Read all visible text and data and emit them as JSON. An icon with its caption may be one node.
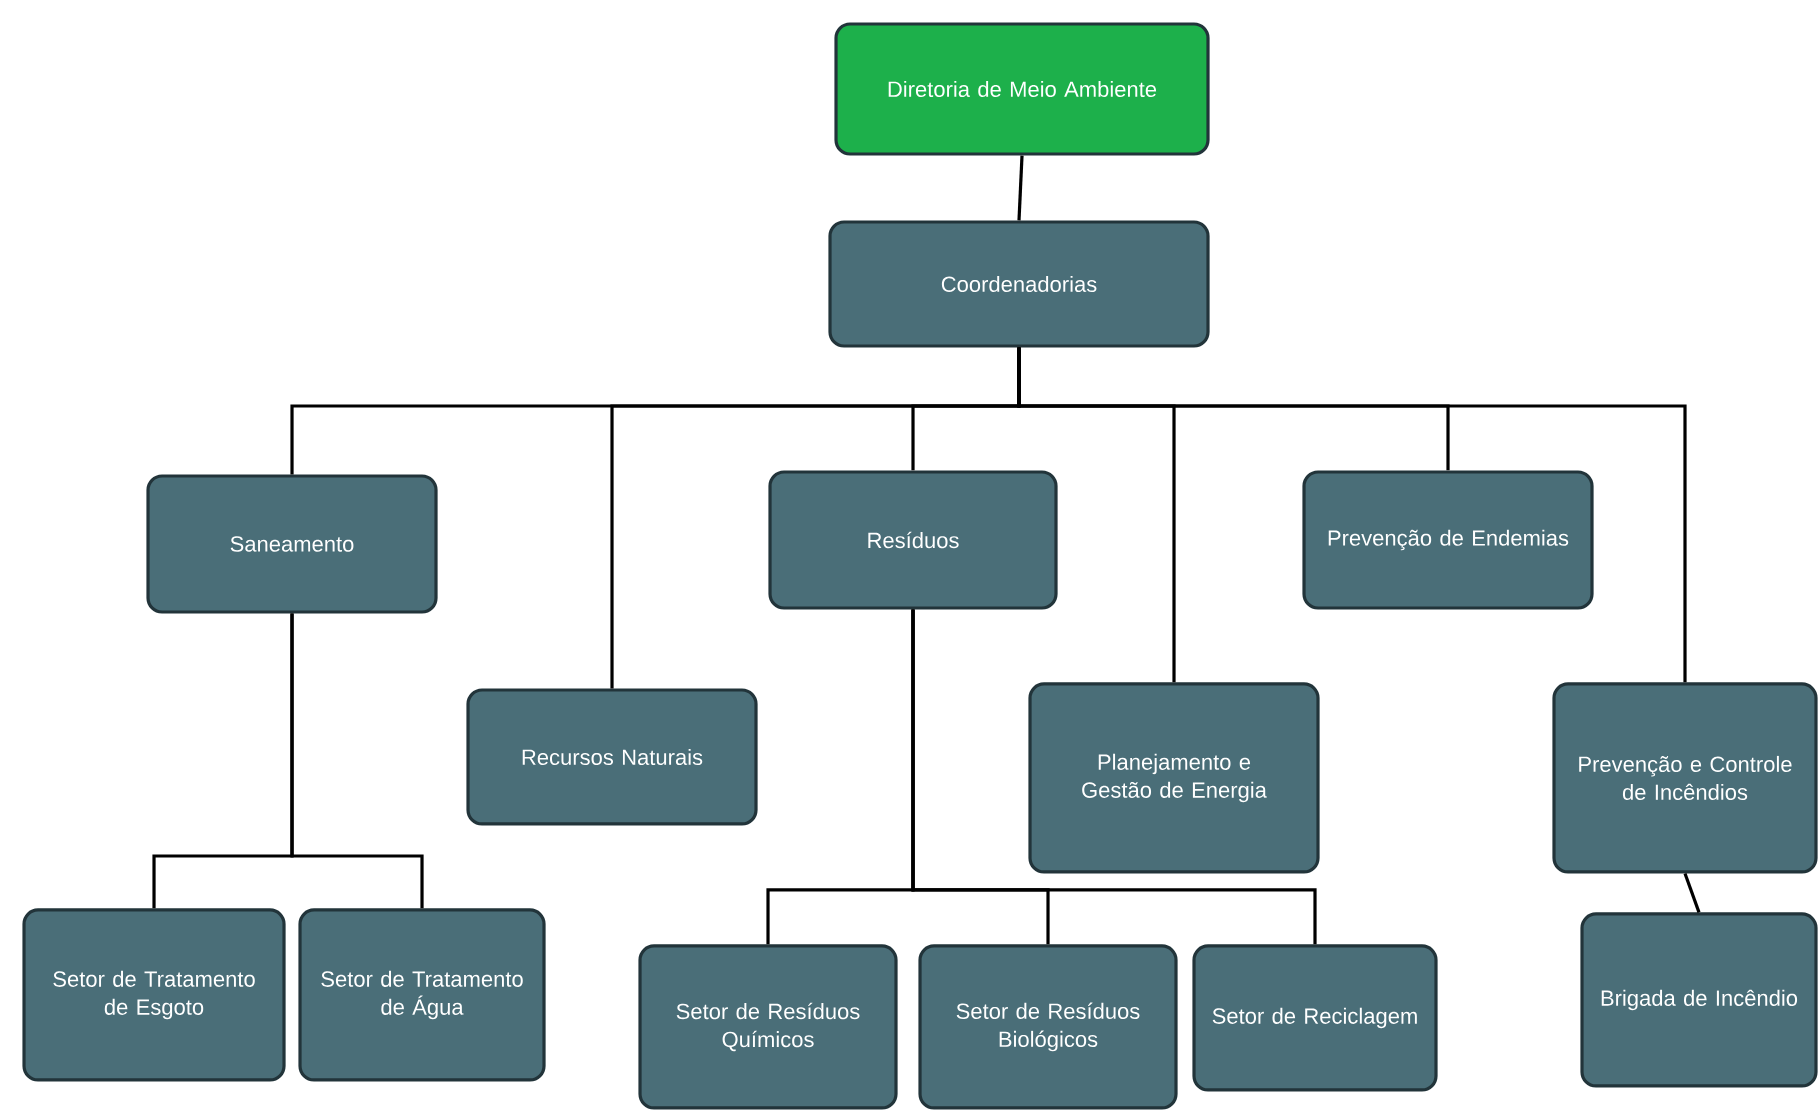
{
  "diagram": {
    "nodes": [
      {
        "text": [
          "Diretoria de Meio Ambiente"
        ]
      },
      {
        "text": [
          "Coordenadorias"
        ]
      },
      {
        "text": [
          "Saneamento"
        ]
      },
      {
        "text": [
          "Recursos Naturais"
        ]
      },
      {
        "text": [
          "Resíduos"
        ]
      },
      {
        "text": [
          "Planejamento e Gestão de Energia"
        ]
      },
      {
        "text": [
          "Prevenção de Endemias"
        ]
      },
      {
        "text": [
          "Prevenção e Controle de Incêndios"
        ]
      },
      {
        "text": [
          "Setor de Tratamento de Esgoto"
        ]
      },
      {
        "text": [
          "Setor de Tratamento de Água"
        ]
      },
      {
        "text": [
          "Setor de Resíduos Químicos"
        ]
      },
      {
        "text": [
          "Setor de Resíduos Biológicos"
        ]
      },
      {
        "text": [
          "Setor de Reciclagem"
        ]
      },
      {
        "text": [
          "Brigada de Incêndio"
        ]
      }
    ],
    "edges": [
      {
        "from": 0,
        "to": 1,
        "arrow": "none"
      },
      {
        "from": 1,
        "to": 2,
        "arrow": "none"
      },
      {
        "from": 1,
        "to": 3,
        "arrow": "none"
      },
      {
        "from": 1,
        "to": 4,
        "arrow": "none"
      },
      {
        "from": 1,
        "to": 5,
        "arrow": "none"
      },
      {
        "from": 1,
        "to": 6,
        "arrow": "none"
      },
      {
        "from": 1,
        "to": 7,
        "arrow": "none"
      },
      {
        "from": 2,
        "to": 8,
        "arrow": "none"
      },
      {
        "from": 2,
        "to": 9,
        "arrow": "none"
      },
      {
        "from": 4,
        "to": 10,
        "arrow": "none"
      },
      {
        "from": 4,
        "to": 11,
        "arrow": "none"
      },
      {
        "from": 4,
        "to": 12,
        "arrow": "none"
      },
      {
        "from": 7,
        "to": 13,
        "arrow": "none"
      }
    ]
  }
}
